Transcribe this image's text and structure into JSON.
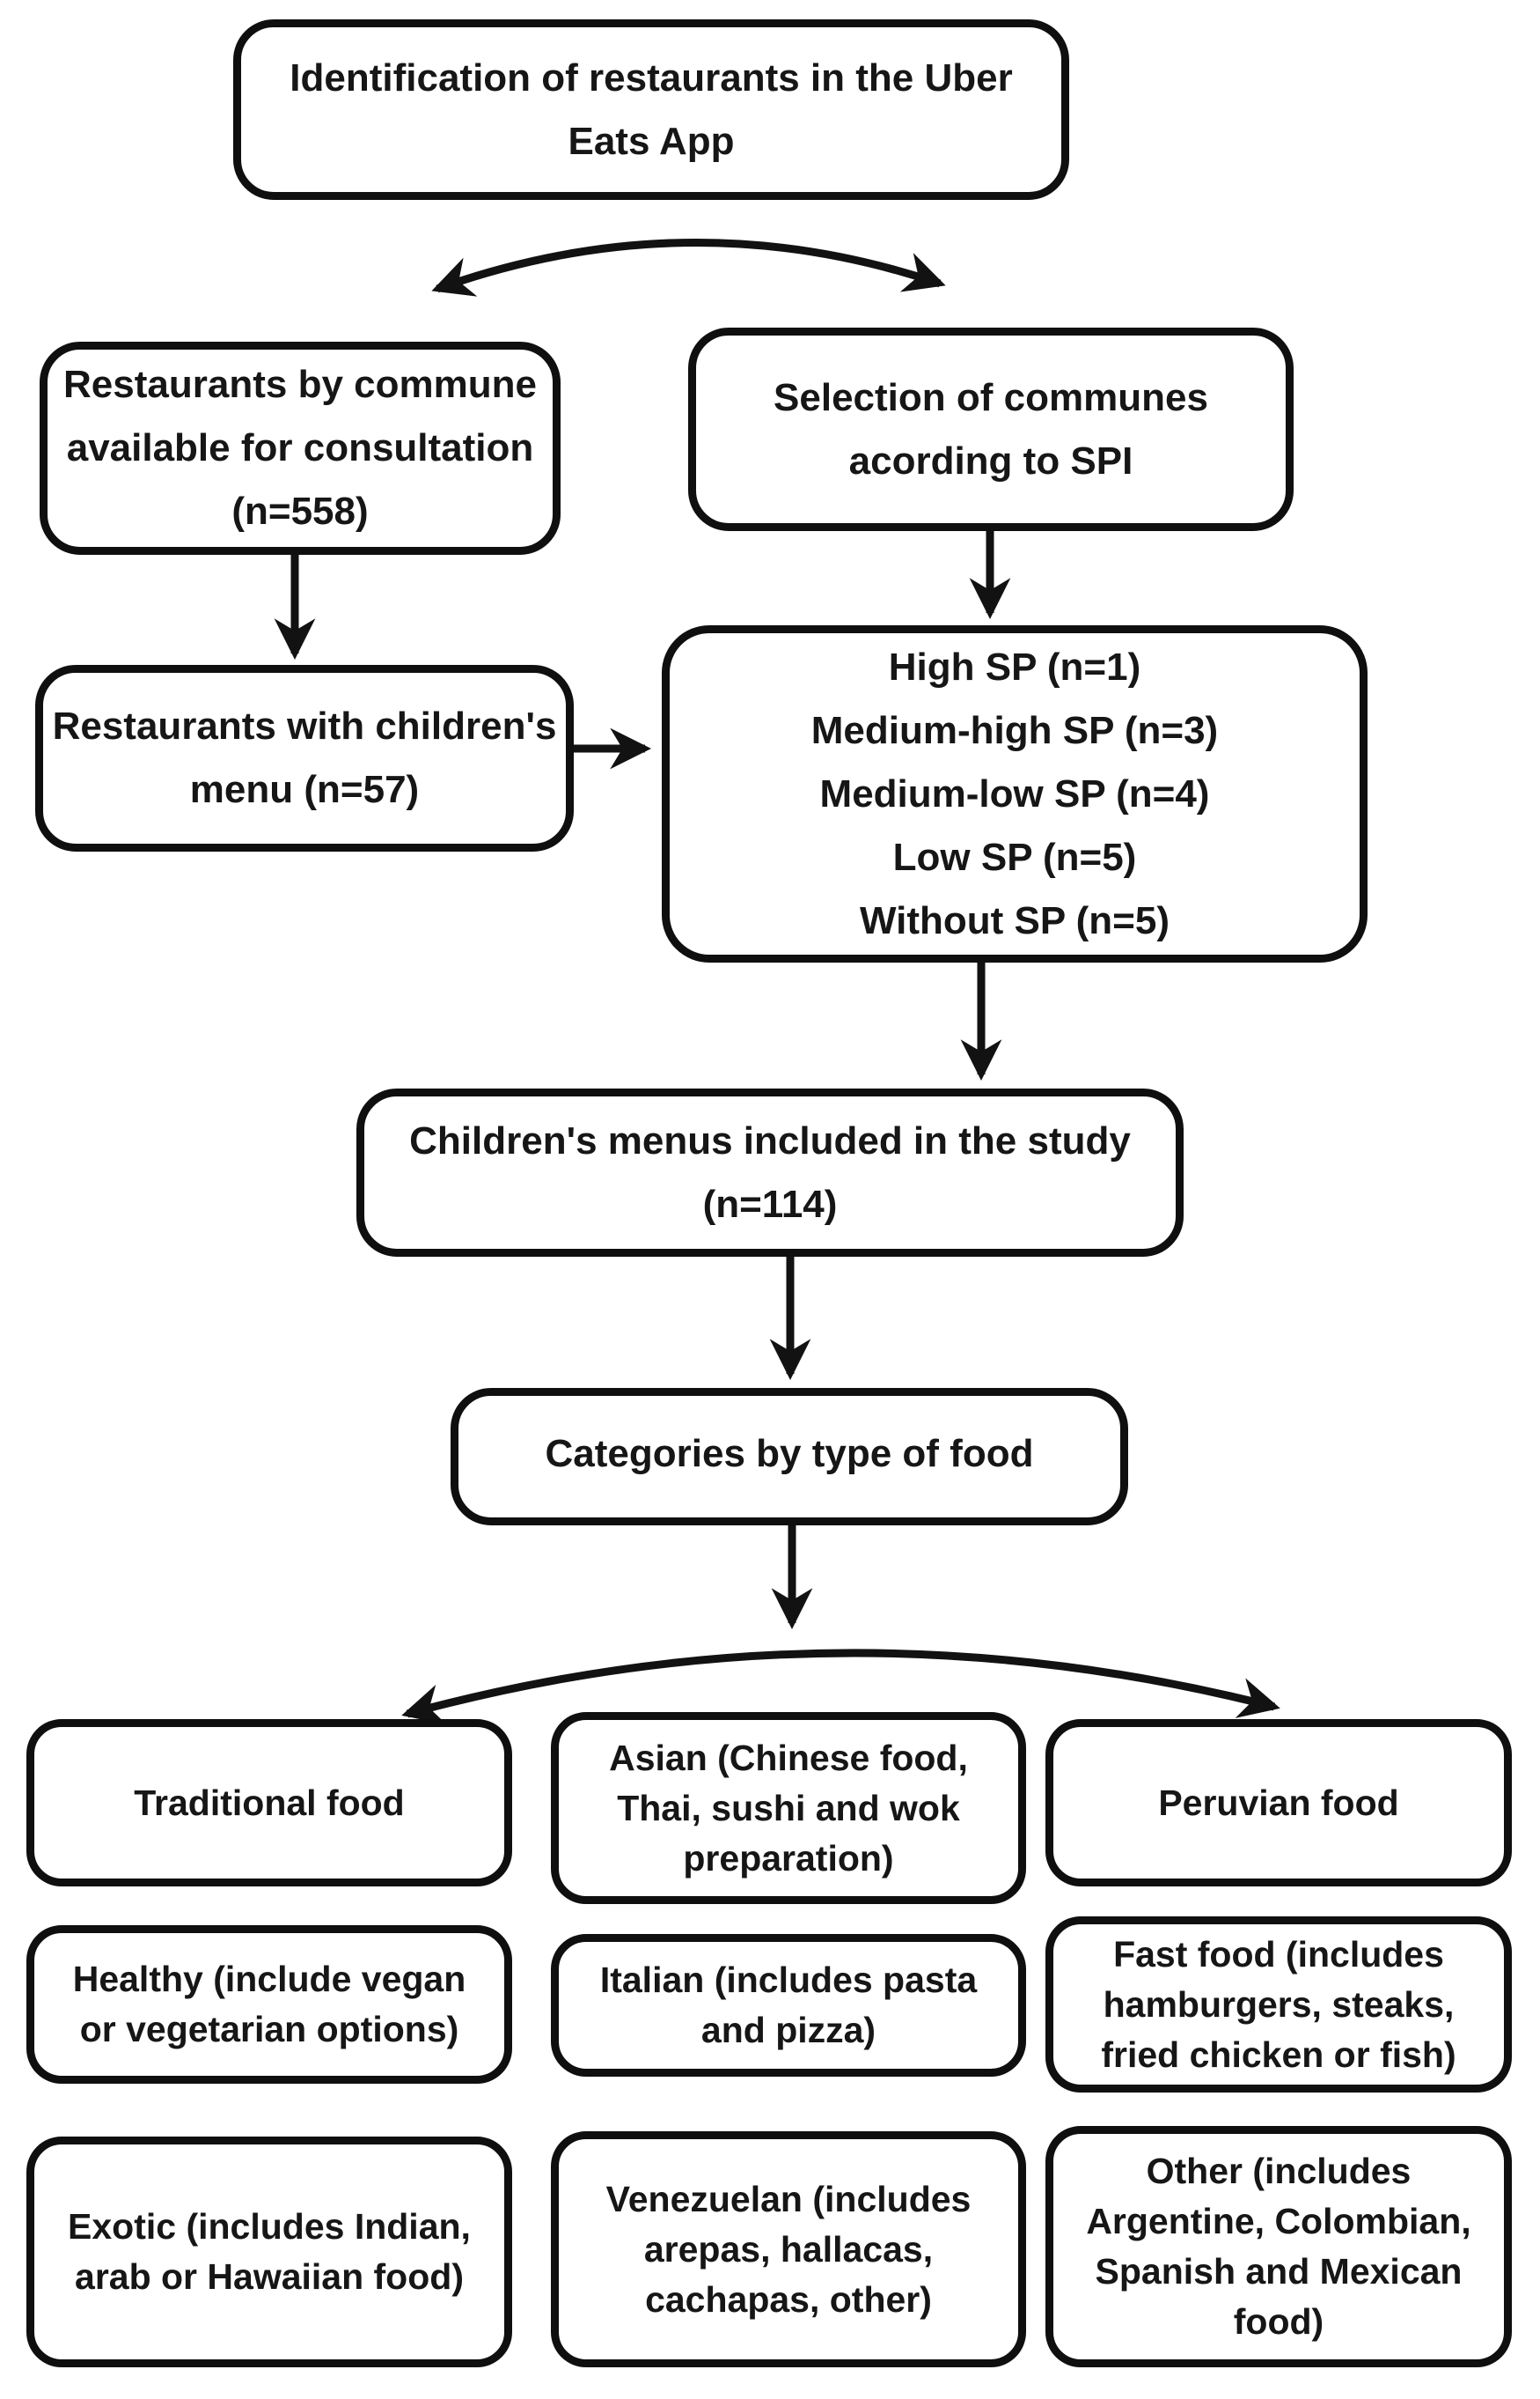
{
  "diagram": {
    "colors": {
      "box_border": "#0f0f0f",
      "arrow": "#121212",
      "text": "#161616",
      "background": "#ffffff"
    },
    "nodes": {
      "identification": {
        "lines": [
          "Identification of restaurants in the Uber",
          "Eats App"
        ]
      },
      "restaurants_by_commune": {
        "lines": [
          "Restaurants by commune",
          "available for consultation",
          "(n=558)"
        ]
      },
      "selection_communes": {
        "lines": [
          "Selection of communes",
          "acording to SPI"
        ]
      },
      "restaurants_children_menu": {
        "lines": [
          "Restaurants with children's",
          "menu (n=57)"
        ]
      },
      "sp_levels": {
        "lines": [
          "High SP (n=1)",
          "Medium-high SP (n=3)",
          "Medium-low SP (n=4)",
          "Low SP (n=5)",
          "Without SP (n=5)"
        ]
      },
      "menus_included": {
        "lines": [
          "Children's menus included in the study",
          "(n=114)"
        ]
      },
      "categories": {
        "lines": [
          "Categories by type of food"
        ]
      },
      "traditional": {
        "lines": [
          "Traditional food"
        ]
      },
      "asian": {
        "lines": [
          "Asian (Chinese food,",
          "Thai, sushi and wok",
          "preparation)"
        ]
      },
      "peruvian": {
        "lines": [
          "Peruvian food"
        ]
      },
      "healthy": {
        "lines": [
          "Healthy (include vegan",
          "or vegetarian options)"
        ]
      },
      "italian": {
        "lines": [
          "Italian (includes pasta",
          "and  pizza)"
        ]
      },
      "fast_food": {
        "lines": [
          "Fast food (includes",
          "hamburgers, steaks,",
          "fried chicken or fish)"
        ]
      },
      "exotic": {
        "lines": [
          "Exotic (includes Indian,",
          "arab or Hawaiian food)"
        ]
      },
      "venezuelan": {
        "lines": [
          "Venezuelan (includes",
          "arepas, hallacas,",
          "cachapas, other)"
        ]
      },
      "other": {
        "lines": [
          "Other (includes",
          "Argentine, Colombian,",
          "Spanish and Mexican",
          "food)"
        ]
      }
    }
  }
}
